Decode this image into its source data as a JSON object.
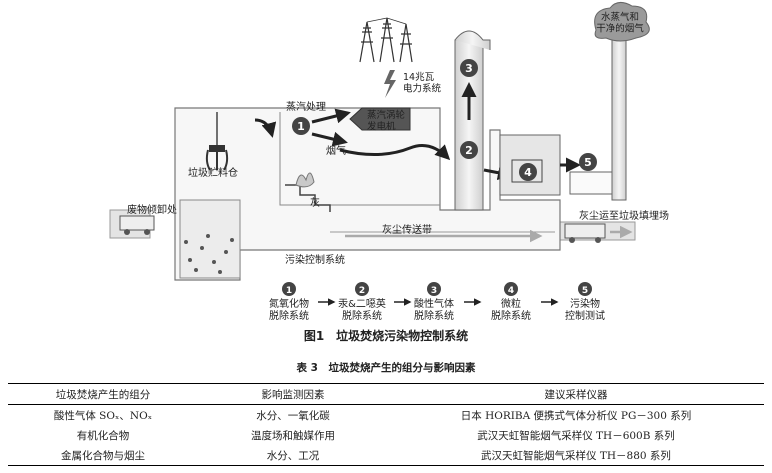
{
  "diagram": {
    "labels": {
      "waste_bunker": "垃圾贮料仓",
      "waste_dumping": "废物倾卸处",
      "steam_treatment": "蒸汽处理",
      "steam_turbine": "蒸汽涡轮\n发电机",
      "power_system": "14兆瓦\n电力系统",
      "flue_gas": "烟气",
      "ash": "灰",
      "ash_conveyor": "灰尘传送带",
      "pollution_control": "污染控制系统",
      "ash_to_landfill": "灰尘运至垃圾填埋场",
      "stack_emission": "水蒸气和\n干净的烟气"
    },
    "steps": [
      {
        "num": "1",
        "label": "氮氧化物\n脱除系统"
      },
      {
        "num": "2",
        "label": "汞&二噁英\n脱除系统"
      },
      {
        "num": "3",
        "label": "酸性气体\n脱除系统"
      },
      {
        "num": "4",
        "label": "微粒\n脱除系统"
      },
      {
        "num": "5",
        "label": "污染物\n控制测试"
      }
    ],
    "caption": "图1　垃圾焚烧污染物控制系统"
  },
  "table": {
    "title": "表 3　垃圾焚烧产生的组分与影响因素",
    "headers": [
      "垃圾焚烧产生的组分",
      "影响监测因素",
      "建议采样仪器"
    ],
    "rows": [
      [
        "酸性气体 SOₓ、NOₓ",
        "水分、一氧化碳",
        "日本 HORIBA 便携式气体分析仪 PG－300 系列"
      ],
      [
        "有机化合物",
        "温度场和触媒作用",
        "武汉天虹智能烟气采样仪 TH－600B 系列"
      ],
      [
        "金属化合物与烟尘",
        "水分、工况",
        "武汉天虹智能烟气采样仪 TH－880 系列"
      ]
    ]
  }
}
